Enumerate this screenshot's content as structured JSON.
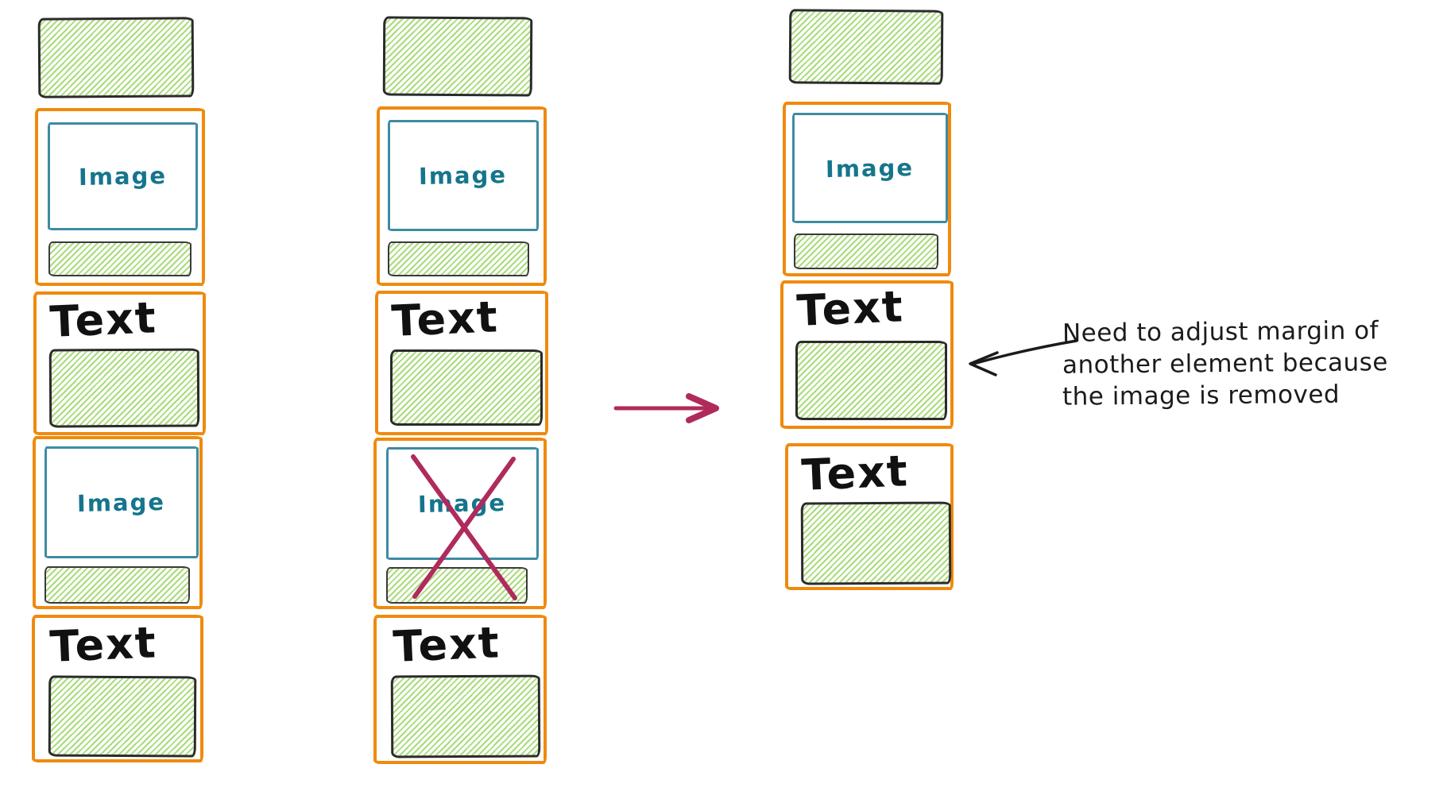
{
  "diagram": {
    "labels": {
      "image": "Image",
      "text": "Text"
    },
    "annotation": {
      "lines": [
        "Need to adjust margin of",
        "another element because",
        "the image is removed"
      ]
    },
    "icons": {
      "transform_arrow": "arrow-right",
      "callout_arrow": "arrow-left",
      "removed_mark": "cross-out-x"
    },
    "colors": {
      "card_border_orange": "#ef8a0e",
      "image_box_teal": "#3d8ba3",
      "image_text_teal": "#15758c",
      "hatch_green": "#a9db7a",
      "sketch_black": "#2b2b2b",
      "cross_crimson": "#b02b5c",
      "arrow_crimson": "#b02b5c",
      "annotation_ink": "#1b1b1b"
    }
  }
}
